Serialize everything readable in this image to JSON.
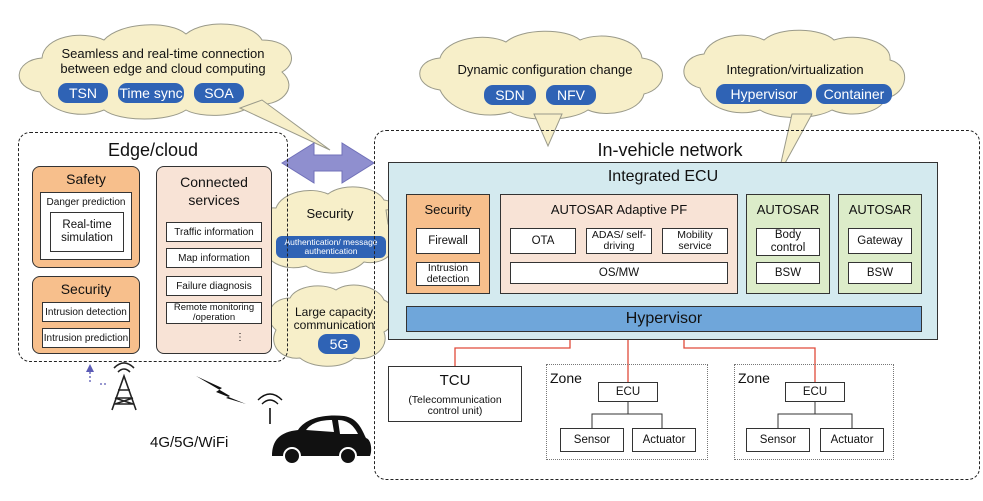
{
  "clouds": {
    "edge_cloud_link": {
      "text": "Seamless and real-time connection between edge and cloud computing",
      "pills": [
        "TSN",
        "Time sync",
        "SOA"
      ]
    },
    "dynamic_config": {
      "text": "Dynamic configuration change",
      "pills": [
        "SDN",
        "NFV"
      ]
    },
    "integration": {
      "text": "Integration/virtualization",
      "pills": [
        "Hypervisor",
        "Container"
      ]
    },
    "security": {
      "text": "Security",
      "pill": "Authentication/ message authentication"
    },
    "capacity": {
      "text": "Large capacity communication",
      "pill": "5G"
    }
  },
  "edge": {
    "title": "Edge/cloud",
    "safety": {
      "title": "Safety",
      "danger_prediction": "Danger prediction",
      "realtime_simulation": "Real-time simulation"
    },
    "security": {
      "title": "Security",
      "items": [
        "Intrusion detection",
        "Intrusion prediction"
      ]
    },
    "connected": {
      "title": "Connected services",
      "items": [
        "Traffic information",
        "Map information",
        "Failure diagnosis",
        "Remote monitoring /operation"
      ],
      "more": "⋮"
    }
  },
  "wireless_label": "4G/5G/WiFi",
  "vehicle": {
    "title": "In-vehicle network",
    "ecu": {
      "title": "Integrated ECU",
      "security": {
        "title": "Security",
        "items": [
          "Firewall",
          "Intrusion detection"
        ]
      },
      "adaptive": {
        "title": "AUTOSAR Adaptive PF",
        "items": [
          "OTA",
          "ADAS/ self-driving",
          "Mobility service"
        ],
        "os": "OS/MW"
      },
      "autosar1": {
        "title": "AUTOSAR",
        "item": "Body control",
        "bsw": "BSW"
      },
      "autosar2": {
        "title": "AUTOSAR",
        "item": "Gateway",
        "bsw": "BSW"
      },
      "hypervisor": "Hypervisor"
    },
    "tcu": {
      "title": "TCU",
      "subtitle": "(Telecommunication control unit)"
    },
    "zones": [
      {
        "title": "Zone",
        "ecu": "ECU",
        "sensor": "Sensor",
        "actuator": "Actuator"
      },
      {
        "title": "Zone",
        "ecu": "ECU",
        "sensor": "Sensor",
        "actuator": "Actuator"
      }
    ]
  },
  "colors": {
    "pill_blue": "#2f63b5",
    "cloud_fill": "#f7efc9",
    "orange_fill": "#f7bf8c",
    "peach_fill": "#f8e3d6",
    "ecu_fill": "#d4eaef",
    "green_fill": "#dcecc9",
    "hypervisor_fill": "#6fa6da",
    "link_red": "#e04a3a",
    "arrow_purple": "#8f8fcf"
  }
}
